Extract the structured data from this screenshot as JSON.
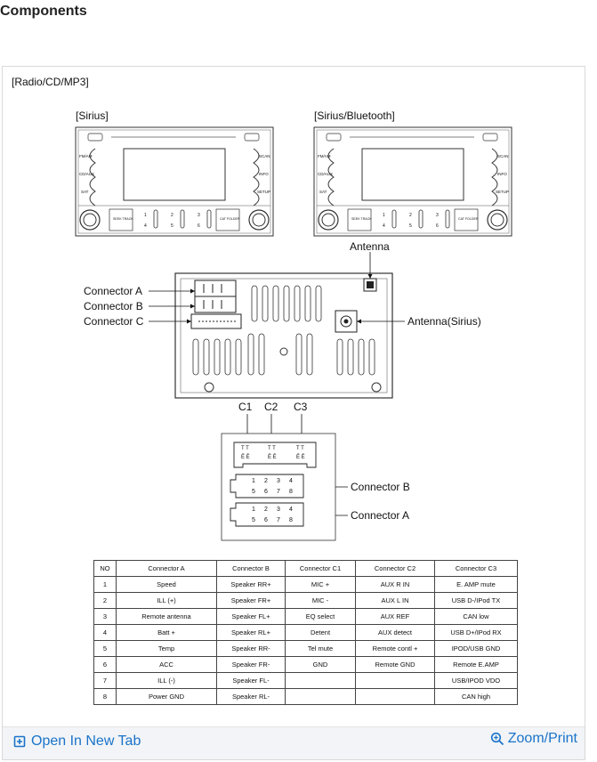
{
  "page": {
    "title": "Components"
  },
  "figure": {
    "heading": "[Radio/CD/MP3]",
    "variant_left": "[Sirius]",
    "variant_right": "[Sirius/Bluetooth]",
    "radio_buttons": {
      "left": [
        "FM/AM",
        "CD/AUX",
        "SAT"
      ],
      "right": [
        "SCAN",
        "INFO",
        "SETUP"
      ],
      "presets_top": [
        "1",
        "2",
        "3"
      ],
      "presets_bottom": [
        "4",
        "5",
        "6"
      ],
      "seek": "SEEK TRACK",
      "folder": "CAT FOLDER"
    },
    "labels": {
      "antenna": "Antenna",
      "connector_a": "Connector A",
      "connector_b": "Connector B",
      "connector_c": "Connector C",
      "antenna_sirius": "Antenna(Sirius)",
      "c1": "C1",
      "c2": "C2",
      "c3": "C3",
      "connector_b_bottom": "Connector B",
      "connector_a_bottom": "Connector A"
    },
    "pins_top": [
      "1",
      "2",
      "3",
      "4"
    ],
    "pins_bottom": [
      "5",
      "6",
      "7",
      "8"
    ]
  },
  "table": {
    "headers": [
      "NO",
      "Connector A",
      "Connector B",
      "Connector C1",
      "Connector C2",
      "Connector C3"
    ],
    "rows": [
      [
        "1",
        "Speed",
        "Speaker RR+",
        "MIC +",
        "AUX R IN",
        "E. AMP mute"
      ],
      [
        "2",
        "ILL (+)",
        "Speaker FR+",
        "MIC -",
        "AUX L IN",
        "USB D-/IPod TX"
      ],
      [
        "3",
        "Remote antenna",
        "Speaker FL+",
        "EQ select",
        "AUX REF",
        "CAN low"
      ],
      [
        "4",
        "Batt +",
        "Speaker RL+",
        "Detent",
        "AUX detect",
        "USB D+/IPod RX"
      ],
      [
        "5",
        "Temp",
        "Speaker RR-",
        "Tel mute",
        "Remote contl +",
        "IPOD/USB GND"
      ],
      [
        "6",
        "ACC",
        "Speaker FR-",
        "GND",
        "Remote GND",
        "Remote E.AMP"
      ],
      [
        "7",
        "ILL (-)",
        "Speaker FL-",
        "",
        "",
        "USB/IPOD VDO"
      ],
      [
        "8",
        "Power GND",
        "Speaker RL-",
        "",
        "",
        "CAN high"
      ]
    ]
  },
  "footer": {
    "open_label": "Open In New Tab",
    "zoom_label": "Zoom/Print",
    "open_icon": "open-in-new-tab-icon",
    "zoom_icon": "zoom-icon",
    "link_color": "#1a73c9"
  }
}
